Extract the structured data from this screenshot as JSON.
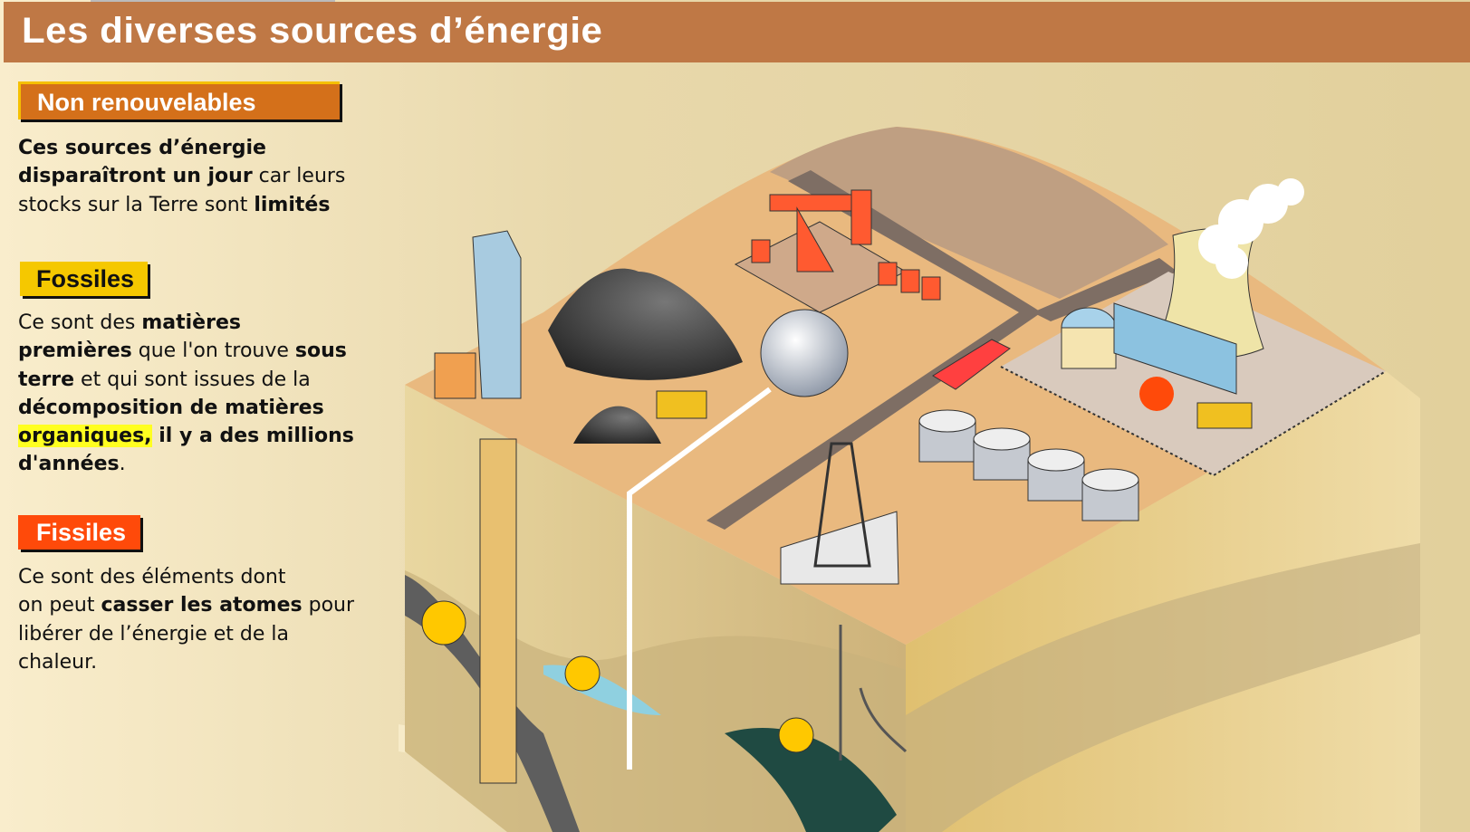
{
  "title": "Les diverses sources d’énergie",
  "sections": {
    "non_renouvelables": {
      "label": "Non renouvelables",
      "lines": [
        [
          {
            "t": "Ces sources d’énergie",
            "b": true
          }
        ],
        [
          {
            "t": "disparaîtront un jour",
            "b": true
          },
          {
            "t": " car leurs"
          }
        ],
        [
          {
            "t": "stocks sur la Terre sont "
          },
          {
            "t": "limités",
            "b": true
          }
        ]
      ]
    },
    "fossiles": {
      "label": "Fossiles",
      "lines": [
        [
          {
            "t": "Ce sont des "
          },
          {
            "t": "matières",
            "b": true
          }
        ],
        [
          {
            "t": "premières",
            "b": true
          },
          {
            "t": " que l'on trouve "
          },
          {
            "t": "sous",
            "b": true
          }
        ],
        [
          {
            "t": "terre",
            "b": true
          },
          {
            "t": " et qui sont issues de la"
          }
        ],
        [
          {
            "t": "décomposition de matières",
            "b": true
          }
        ],
        [
          {
            "t": "organiques,",
            "b": true,
            "h": true
          },
          {
            "t": " il y a des millions",
            "b": true
          }
        ],
        [
          {
            "t": "d'années",
            "b": true
          },
          {
            "t": "."
          }
        ]
      ]
    },
    "fissiles": {
      "label": "Fissiles",
      "lines": [
        [
          {
            "t": "Ce sont des éléments dont"
          }
        ],
        [
          {
            "t": "on peut "
          },
          {
            "t": "casser les atomes",
            "b": true
          },
          {
            "t": " pour"
          }
        ],
        [
          {
            "t": "libérer de l’énergie et de la"
          }
        ],
        [
          {
            "t": "chaleur."
          }
        ]
      ]
    }
  },
  "colors": {
    "header": "#bf7845",
    "non_renouvelables": "#d4701a",
    "fossiles": "#f5c800",
    "fissiles": "#ff4a0a",
    "highlight": "#ffff20"
  }
}
